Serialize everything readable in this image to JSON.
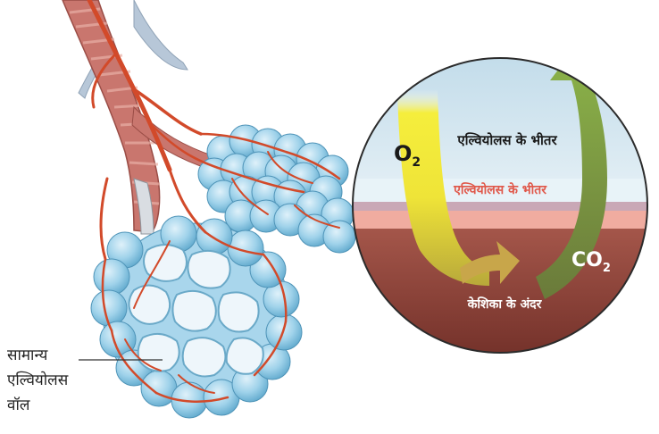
{
  "diagram": {
    "circle": {
      "inside_alveolus_top": "एल्वियोलस के भीतर",
      "inside_alveolus_band": "एल्वियोलस के भीतर",
      "inside_capillary": "केशिका के अंदर",
      "o2_label": "O",
      "o2_sub": "2",
      "co2_label": "CO",
      "co2_sub": "2"
    },
    "side_label": {
      "line1": "सामान्य",
      "line2": "एल्वियोलस",
      "line3": "वॉल"
    },
    "colors": {
      "airway": "#c9766e",
      "artery": "#d24a2a",
      "alveolus": "#9fd2ea",
      "alveolus_shadow": "#5ea8cc",
      "alveolar_air": "#d3e6f0",
      "membrane": "#e8f3f8",
      "capillary_blood": "#8a3e36",
      "o2_arrow": "#f2e93a",
      "co2_arrow": "#7ea440"
    }
  }
}
